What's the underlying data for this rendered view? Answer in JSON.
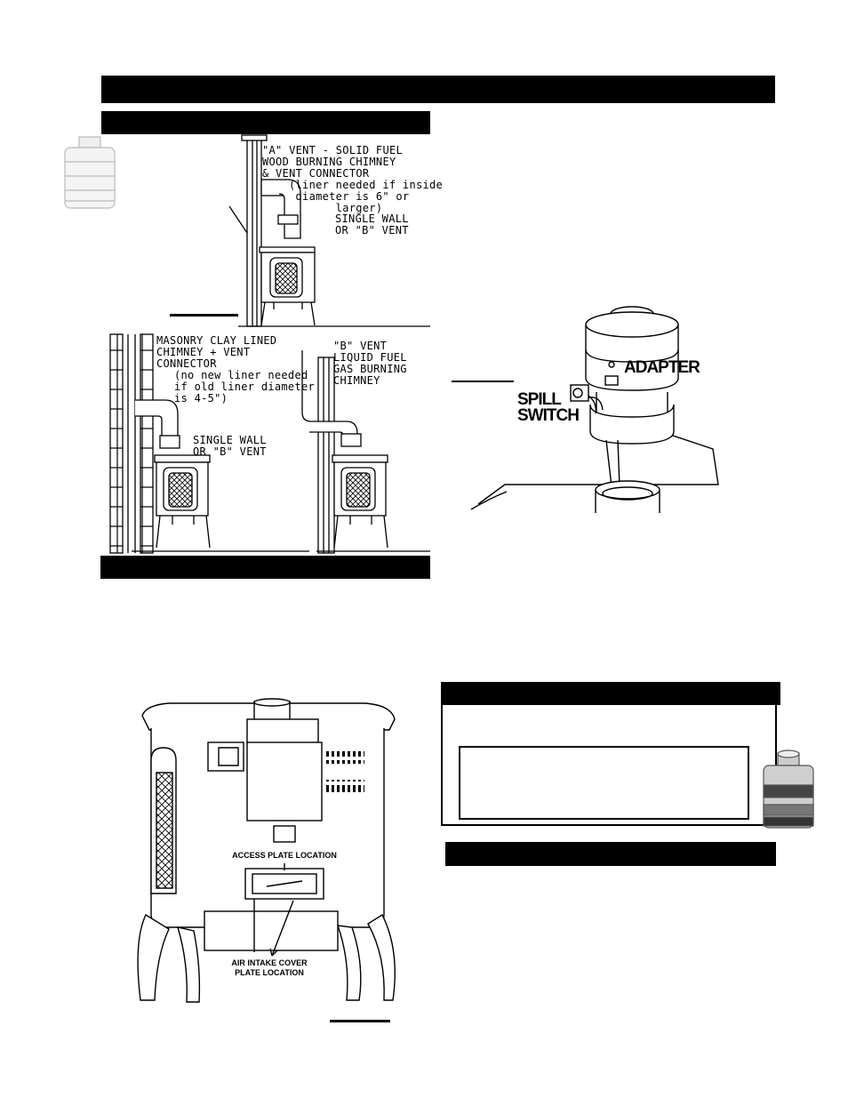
{
  "header_bars": {
    "top": "",
    "left_section": "",
    "left_bottom": "",
    "right_notice": "",
    "right_section": ""
  },
  "chimney_figure": {
    "a_vent_label": "\"A\" VENT - SOLID FUEL\nWOOD BURNING CHIMNEY\n& VENT CONNECTOR",
    "a_vent_note": "(liner needed if inside\n diameter is 6\" or\n       larger)",
    "a_vent_pipe": "SINGLE WALL\nOR \"B\" VENT",
    "masonry_label": "MASONRY CLAY LINED\nCHIMNEY + VENT\nCONNECTOR",
    "masonry_note": "(no new liner needed\nif old liner diameter\nis 4-5\")",
    "masonry_pipe": "SINGLE WALL\nOR \"B\" VENT",
    "b_vent_label": "\"B\" VENT\nLIQUID FUEL\nGAS BURNING\nCHIMNEY"
  },
  "adapter_figure": {
    "adapter_label": "ADAPTER",
    "spill_switch_label": "SPILL\nSWITCH"
  },
  "stove_back_figure": {
    "access_plate_label": "ACCESS PLATE LOCATION",
    "air_intake_label": "AIR INTAKE COVER\nPLATE LOCATION"
  },
  "icons": [
    "adapter-thumbnail-icon",
    "adapter-thumbnail-icon"
  ]
}
